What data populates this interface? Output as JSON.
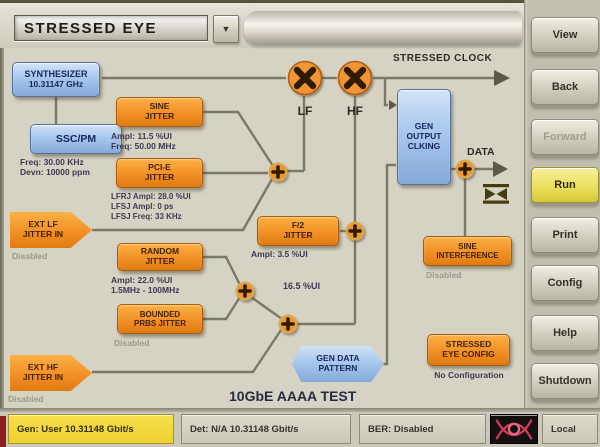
{
  "toolbar": {
    "mode_value": "STRESSED EYE",
    "dropdown_icon": "▼"
  },
  "nav": {
    "view": "View",
    "back": "Back",
    "forward": "Forward",
    "run": "Run",
    "print": "Print",
    "config": "Config",
    "help": "Help",
    "shutdown": "Shutdown"
  },
  "diagram": {
    "synthesizer": {
      "title": "SYNTHESIZER",
      "value": "10.31147 GHz"
    },
    "ssc": {
      "title": "SSC/PM",
      "freq": "Freq: 30.00 KHz",
      "devn": "Devn: 10000 ppm"
    },
    "sine_jitter": {
      "title": "SINE\nJITTER",
      "ampl": "Ampl: 11.5 %UI",
      "freq": "Freq: 50.00 MHz"
    },
    "pcie_jitter": {
      "title": "PCI-E\nJITTER",
      "lfrj": "LFRJ Ampl: 28.0 %UI",
      "lfsj_ampl": "LFSJ Ampl: 0 ps",
      "lfsj_freq": "LFSJ Freq: 33 KHz"
    },
    "ext_lf": {
      "title": "EXT LF\nJITTER IN",
      "status": "Disabled"
    },
    "random_jitter": {
      "title": "RANDOM\nJITTER",
      "ampl": "Ampl: 22.0 %UI",
      "range": "1.5MHz - 100MHz"
    },
    "bounded_prbs": {
      "title": "BOUNDED\nPRBS JITTER",
      "status": "Disabled"
    },
    "ext_hf": {
      "title": "EXT HF\nJITTER IN",
      "status": "Disabled"
    },
    "f2_jitter": {
      "title": "F/2\nJITTER",
      "ampl": "Ampl: 3.5 %UI"
    },
    "gen_output": {
      "title": "GEN\nOUTPUT\nCLKING"
    },
    "gen_pattern": {
      "title": "GEN DATA\nPATTERN"
    },
    "sine_interference": {
      "title": "SINE\nINTERFERENCE",
      "status": "Disabled"
    },
    "eye_config": {
      "title": "STRESSED\nEYE CONFIG",
      "status": "No Configuration"
    },
    "labels": {
      "stressed_clock": "STRESSED CLOCK",
      "lf": "LF",
      "hf": "HF",
      "data": "DATA",
      "hf_sum": "16.5 %UI",
      "test_name": "10GbE AAAA TEST"
    }
  },
  "status_bar": {
    "gen": "Gen: User 10.31148 Gbit/s",
    "det": "Det: N/A 10.31148 Gbit/s",
    "ber": "BER: Disabled",
    "remote": "Local"
  },
  "colors": {
    "block_orange": "#f19026",
    "block_blue": "#a7c7ed",
    "run_yellow": "#e9de58",
    "gen_status_yellow": "#ecd02f",
    "wire_gray": "#7b7865"
  }
}
